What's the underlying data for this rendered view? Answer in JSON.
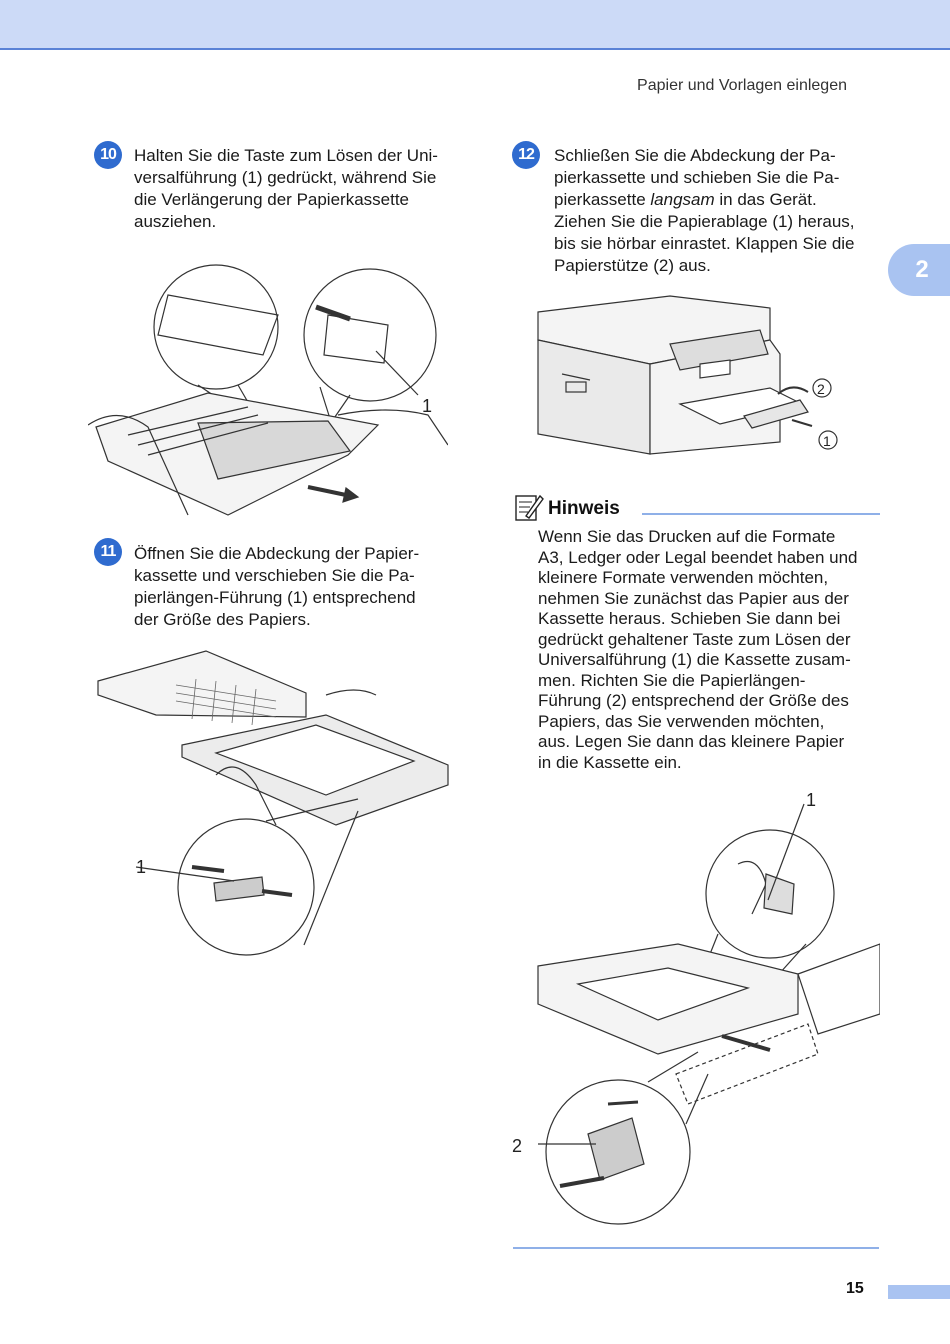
{
  "header": {
    "section_title": "Papier und Vorlagen einlegen"
  },
  "chapter_tab": {
    "number": "2"
  },
  "steps": [
    {
      "badge": "10",
      "lines": [
        "Halten Sie die Taste zum Lösen der Uni-",
        "versalführung (1) gedrückt, während Sie",
        "die Verlängerung der Papierkassette",
        "ausziehen."
      ],
      "callouts": [
        "1"
      ]
    },
    {
      "badge": "11",
      "lines": [
        "Öffnen Sie die Abdeckung der Papier-",
        "kassette und verschieben Sie die Pa-",
        "pierlängen-Führung (1) entsprechend",
        "der Größe des Papiers."
      ],
      "callouts": [
        "1"
      ]
    },
    {
      "badge": "12",
      "line1": "Schließen Sie die Abdeckung der Pa-",
      "line2": "pierkassette und schieben Sie die Pa-",
      "line3_pre": "pierkassette ",
      "line3_em": "langsam",
      "line3_post": " in das Gerät.",
      "line4": "Ziehen Sie die Papierablage (1) heraus,",
      "line5": "bis sie hörbar einrastet. Klappen Sie die",
      "line6": "Papierstütze (2) aus.",
      "callouts": [
        "1",
        "2"
      ]
    }
  ],
  "note": {
    "title": "Hinweis",
    "lines": [
      "Wenn Sie das Drucken auf die Formate",
      "A3, Ledger oder Legal beendet haben und",
      "kleinere Formate verwenden möchten,",
      "nehmen Sie zunächst das Papier aus der",
      "Kassette heraus. Schieben Sie dann bei",
      "gedrückt gehaltener Taste zum Lösen der",
      "Universalführung (1) die Kassette zusam-",
      "men. Richten Sie die Papierlängen-",
      "Führung (2) entsprechend der Größe des",
      "Papiers, das Sie verwenden möchten,",
      "aus. Legen Sie dann das kleinere Papier",
      "in die Kassette ein."
    ],
    "callouts": [
      "1",
      "2"
    ]
  },
  "footer": {
    "page_number": "15"
  }
}
